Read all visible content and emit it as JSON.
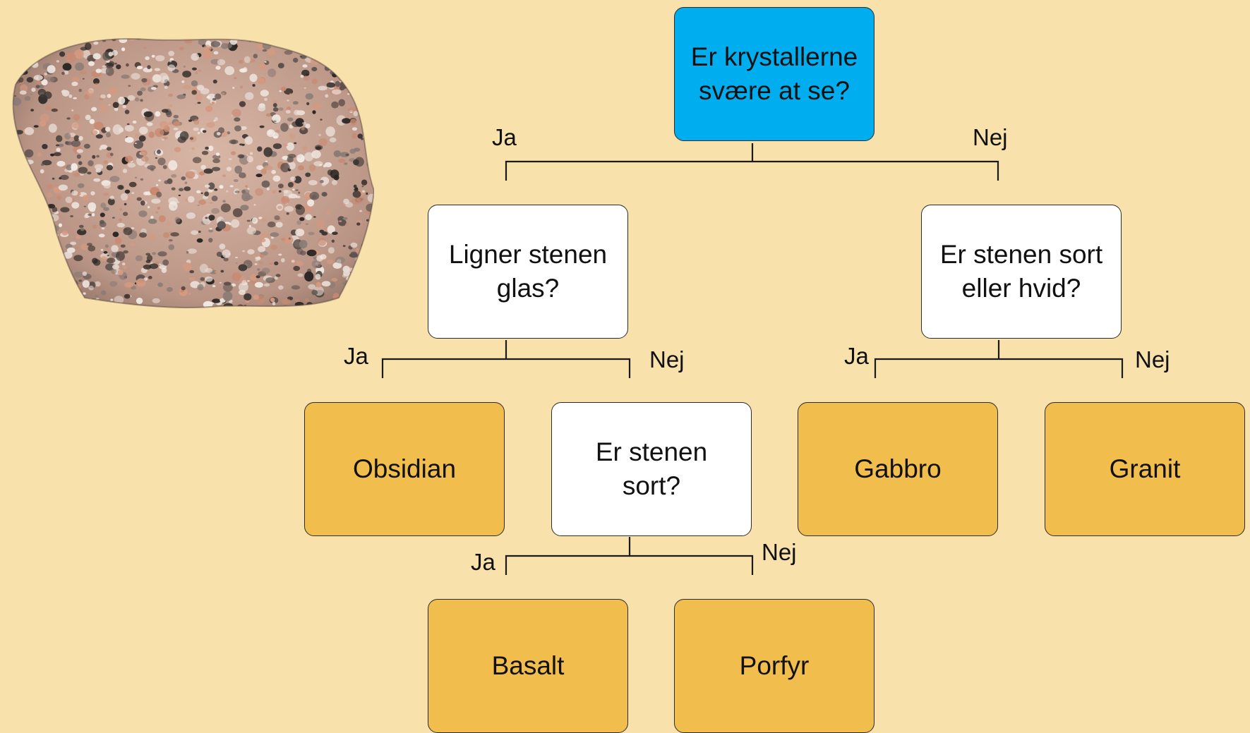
{
  "nodes": {
    "root": "Er krystallerne\nsvære at se?",
    "glas": "Ligner stenen\nglas?",
    "sort_hvid": "Er stenen sort\neller hvid?",
    "obsidian": "Obsidian",
    "sort": "Er stenen\nsort?",
    "gabbro": "Gabbro",
    "granit": "Granit",
    "basalt": "Basalt",
    "porfyr": "Porfyr"
  },
  "labels": {
    "yes": "Ja",
    "no": "Nej"
  },
  "colors": {
    "background": "#f8e1ab",
    "root_question": "#00aeef",
    "question": "#ffffff",
    "result": "#f1bd4c"
  },
  "image": "granite-rock-photo"
}
